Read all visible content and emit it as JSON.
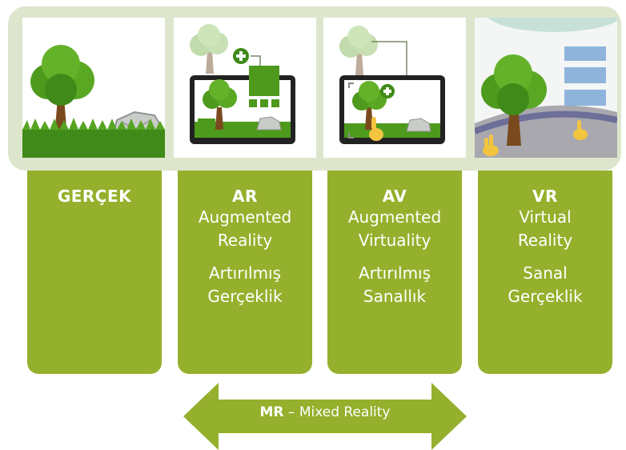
{
  "columns": [
    {
      "title": "GERÇEK",
      "lines_en": [],
      "lines_tr": []
    },
    {
      "title": "AR",
      "lines_en": [
        "Augmented",
        "Reality"
      ],
      "lines_tr": [
        "Artırılmış",
        "Gerçeklik"
      ]
    },
    {
      "title": "AV",
      "lines_en": [
        "Augmented",
        "Virtuality"
      ],
      "lines_tr": [
        "Artırılmış",
        "Sanallık"
      ]
    },
    {
      "title": "VR",
      "lines_en": [
        "Virtual",
        "Reality"
      ],
      "lines_tr": [
        "Sanal",
        "Gerçeklik"
      ]
    }
  ],
  "arrow": {
    "abbr": "MR",
    "separator": " – ",
    "label": "Mixed Reality"
  },
  "colors": {
    "accent": "#95b02c",
    "frame": "#dde6cd",
    "tree": "#4e9a1d",
    "grass": "#3f8a18"
  },
  "icons": [
    "tree-icon",
    "rock-icon",
    "grass-icon",
    "tablet-icon",
    "plus-icon",
    "hand-pointer-icon",
    "window-panel-icon"
  ]
}
